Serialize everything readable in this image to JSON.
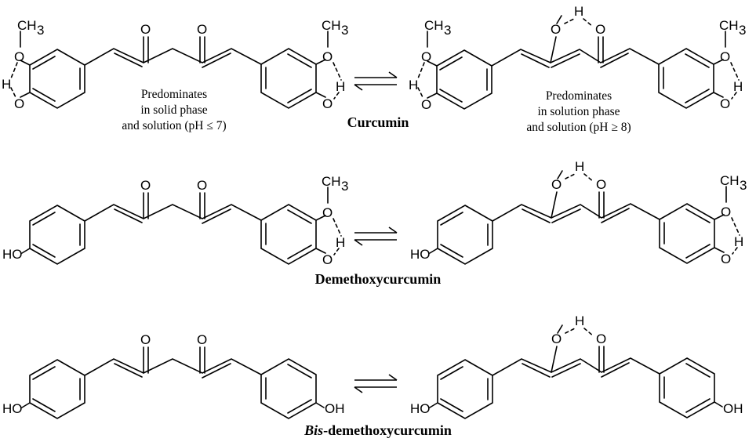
{
  "rows": [
    {
      "name": "Curcumin",
      "left_caption": [
        "Predominates",
        "in solid phase",
        "and solution (pH ≤ 7)"
      ],
      "right_caption": [
        "Predominates",
        "in solution phase",
        "and solution (pH ≥ 8)"
      ]
    },
    {
      "name": "Demethoxycurcumin"
    },
    {
      "name_italic": "Bis",
      "name_rest": "-demethoxycurcumin"
    }
  ],
  "atoms": {
    "O": "O",
    "H": "H",
    "HO": "HO",
    "OH": "OH",
    "CH": "CH",
    "sub3": "3"
  }
}
